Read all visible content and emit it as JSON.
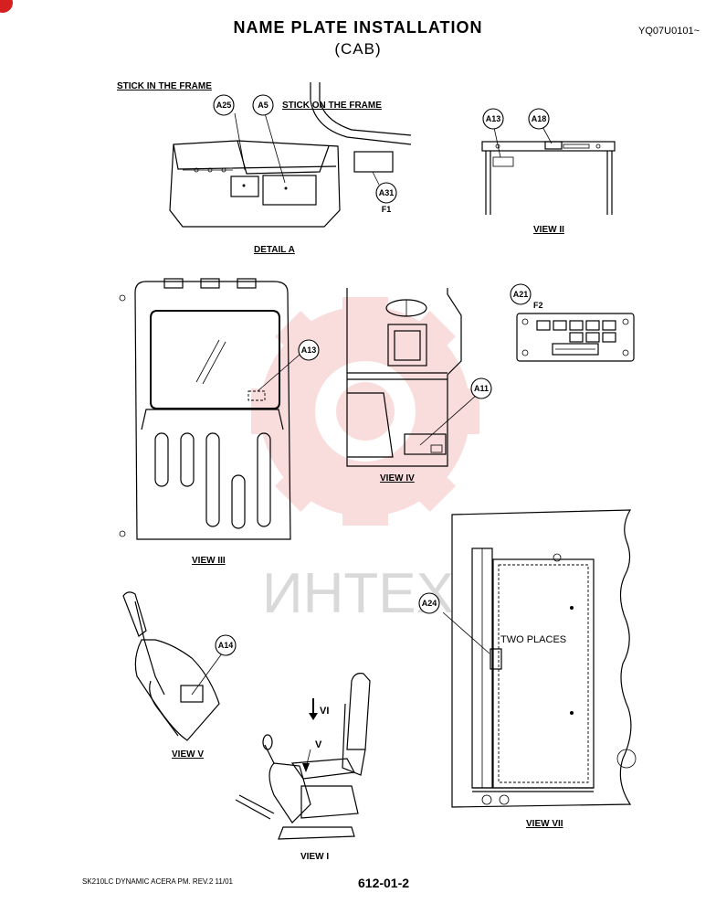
{
  "header": {
    "title": "NAME PLATE INSTALLATION",
    "subtitle": "(CAB)",
    "code": "YQ07U0101~"
  },
  "footer": {
    "doc": "SK210LC DYNAMIC ACERA PM.  REV.2 11/01",
    "page": "612-01-2"
  },
  "watermark": "ИНТЕХ",
  "detail_a": {
    "stick_in": "STICK IN THE FRAME",
    "stick_on": "STICK ON THE FRAME",
    "caption": "DETAIL  A",
    "callouts": [
      "A25",
      "A5",
      "A31"
    ],
    "f1": "F1"
  },
  "view_ii": {
    "caption": "VIEW  II",
    "callouts": [
      "A13",
      "A18"
    ]
  },
  "view_iii": {
    "caption": "VIEW  III",
    "callouts": [
      "A13"
    ]
  },
  "view_iv": {
    "caption": "VIEW  IV",
    "callouts": [
      "A11"
    ]
  },
  "view_f2": {
    "callouts": [
      "A21"
    ],
    "f2": "F2"
  },
  "view_v": {
    "caption": "VIEW  V",
    "callouts": [
      "A14"
    ]
  },
  "view_vii": {
    "caption": "VIEW  VII",
    "callouts": [
      "A24"
    ],
    "note": "TWO PLACES"
  },
  "view_i": {
    "caption": "VIEW  I",
    "arrow_vi": "VI",
    "arrow_v": "V"
  }
}
